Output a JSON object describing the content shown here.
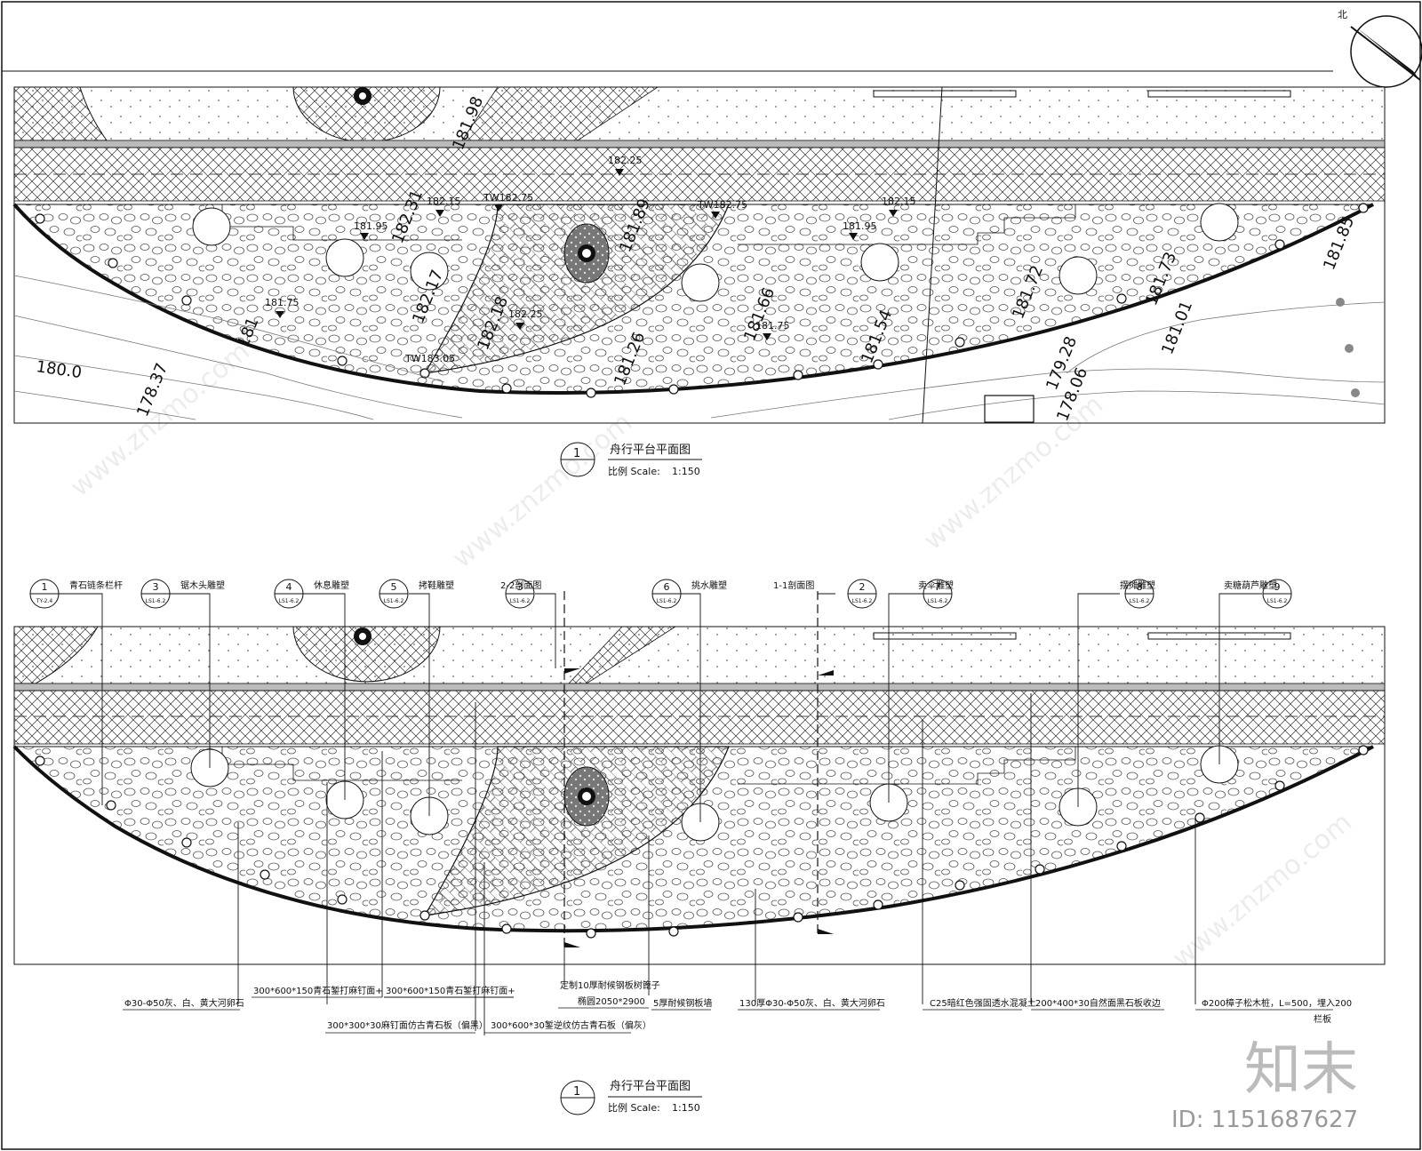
{
  "north_label": "北",
  "plan_top": {
    "number": "1",
    "title": "舟行平台平面图",
    "scale_label": "比例 Scale:",
    "scale_value": "1:150",
    "flat_levels": [
      "182.25",
      "182.15",
      "182.15",
      "181.95",
      "181.95",
      "181.75",
      "182.25",
      "181.75"
    ],
    "wall_levels": [
      "TW182.75",
      "TW182.75",
      "TW183.05"
    ],
    "contour_labels": [
      "181.98",
      "182.31",
      "182.17",
      "182.18",
      "181.89",
      "181.66",
      "181.26",
      "181.54",
      "181.72",
      "181.73",
      "181.85",
      "181.01",
      "179.28",
      "178.06",
      "178.37",
      "180.0",
      "181"
    ]
  },
  "plan_bottom": {
    "number": "1",
    "title": "舟行平台平面图",
    "scale_label": "比例 Scale:",
    "scale_value": "1:150",
    "callouts": [
      {
        "num": "1",
        "ref": "TY-2.4",
        "label": "青石链条栏杆"
      },
      {
        "num": "3",
        "ref": "LS1-6.2",
        "label": "锯木头雕塑"
      },
      {
        "num": "4",
        "ref": "LS1-6.2",
        "label": "休息雕塑"
      },
      {
        "num": "5",
        "ref": "LS1-6.2",
        "label": "拷鞋雕塑"
      },
      {
        "num": "3",
        "ref": "LS1-6.2",
        "label": "2-2剖面图"
      },
      {
        "num": "6",
        "ref": "LS1-6.2",
        "label": "挑水雕塑"
      },
      {
        "num": "2",
        "ref": "LS1-6.2",
        "label": "1-1剖面图"
      },
      {
        "num": "7",
        "ref": "LS1-6.2",
        "label": "卖伞雕塑"
      },
      {
        "num": "8",
        "ref": "LS1-6.2",
        "label": "摆摊雕塑"
      },
      {
        "num": "9",
        "ref": "LS1-6.2",
        "label": "卖糖葫芦雕塑"
      }
    ],
    "notes": [
      "Φ30-Φ50灰、白、黄大河卵石",
      "300*600*150青石錾打麻钉面+",
      "300*600*150青石錾打麻钉面+",
      "300*300*30麻钉面仿古青石板（偏黑）",
      "300*600*30錾逆纹仿古青石板（偏灰）",
      "定制10厚耐候钢板树篦子",
      "椭圆2050*2900",
      "5厚耐候钢板墙",
      "130厚Φ30-Φ50灰、白、黄大河卵石",
      "C25暗红色强固透水混凝土",
      "200*400*30自然面黑石板收边",
      "Φ200樟子松木桩，L=500，埋入200",
      "栏板"
    ]
  },
  "watermark": {
    "logo": "知末",
    "id": "ID: 1151687627",
    "site": "www.znzmo.com"
  }
}
